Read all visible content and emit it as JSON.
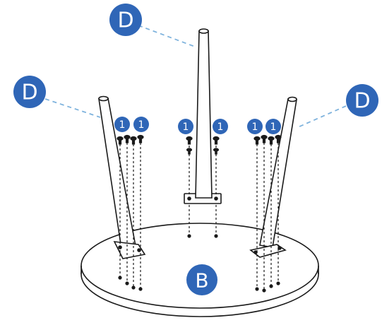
{
  "labels": {
    "part_d": "D",
    "part_b": "B",
    "step_1": "1"
  },
  "colors": {
    "badge_blue": "#2f66b7",
    "leader_blue": "#7fb3dd",
    "line": "#1a1a1a",
    "leg_fill": "#ffffff"
  }
}
